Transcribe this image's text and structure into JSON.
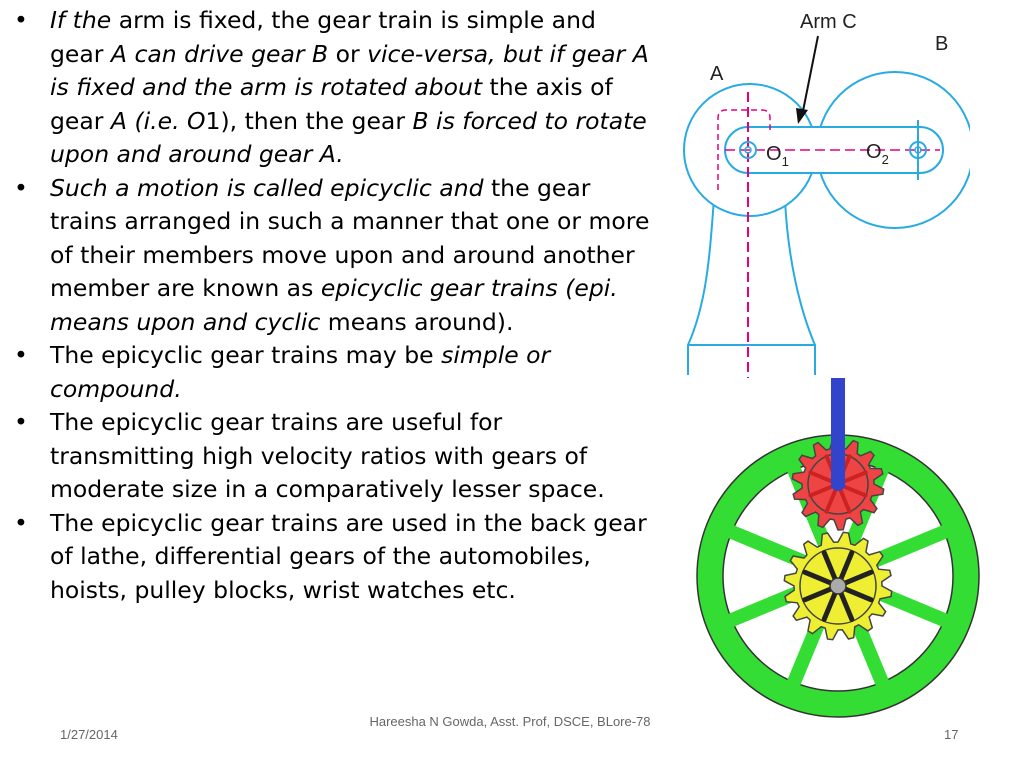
{
  "bullets": [
    {
      "parts": [
        {
          "text": "If the",
          "italic": true
        },
        {
          "text": " arm is fixed, the gear train is simple and gear ",
          "italic": false
        },
        {
          "text": "A can drive gear B",
          "italic": true
        },
        {
          "text": " or ",
          "italic": false
        },
        {
          "text": "vice-versa, but if gear A is fixed and the arm is rotated about",
          "italic": true
        },
        {
          "text": " the axis of gear ",
          "italic": false
        },
        {
          "text": "A (i.e. O",
          "italic": true
        },
        {
          "text": "1), then the gear ",
          "italic": false
        },
        {
          "text": "B is forced to rotate upon and around gear A.",
          "italic": true
        }
      ]
    },
    {
      "parts": [
        {
          "text": "Such a motion is called epicyclic and",
          "italic": true
        },
        {
          "text": " the gear trains arranged in such a manner that one or more of their members move upon and around another member are known as ",
          "italic": false
        },
        {
          "text": "epicyclic gear trains (epi. means upon and cyclic",
          "italic": true
        },
        {
          "text": " means around).",
          "italic": false
        }
      ]
    },
    {
      "parts": [
        {
          "text": "The epicyclic gear trains may be ",
          "italic": false
        },
        {
          "text": "simple or compound.",
          "italic": true
        }
      ]
    },
    {
      "parts": [
        {
          "text": "The epicyclic gear trains are useful for transmitting high velocity ratios with gears of moderate size in a comparatively lesser space.",
          "italic": false
        }
      ]
    },
    {
      "parts": [
        {
          "text": "The epicyclic gear trains are used in the back gear of lathe, differential gears of the automobiles, hoists, pulley blocks, wrist watches etc.",
          "italic": false
        }
      ]
    }
  ],
  "bullet_symbol": "•",
  "footer": {
    "date": "1/27/2014",
    "author": "Hareesha N Gowda, Asst. Prof, DSCE, BLore-78",
    "page": "17"
  },
  "diagram": {
    "label_arm": "Arm C",
    "label_a": "A",
    "label_b": "B",
    "label_o1": "O",
    "label_o1_sub": "1",
    "label_o2": "O",
    "label_o2_sub": "2",
    "line_color": "#29abe2",
    "axis_color": "#e6007e"
  },
  "animation": {
    "ring_color": "#33dd33",
    "planet_color": "#ee4444",
    "sun_color": "#eeee33",
    "arm_color": "#3344cc"
  }
}
